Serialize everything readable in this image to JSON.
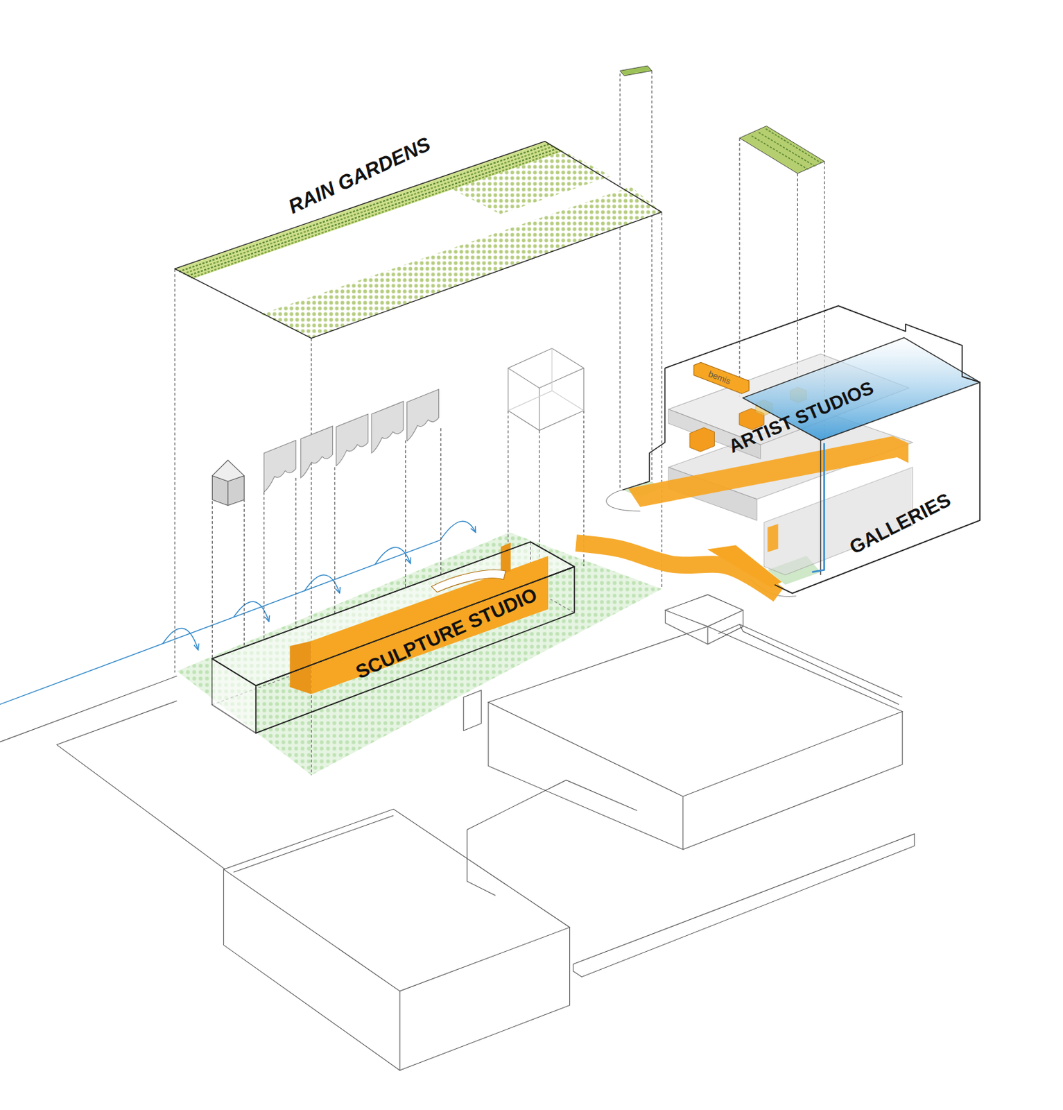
{
  "diagram": {
    "nodes": [
      {
        "text": [
          "RAIN GARDENS"
        ]
      },
      {
        "text": [
          "SCULPTURE STUDIO"
        ]
      },
      {
        "text": [
          "ARTIST STUDIOS",
          "GALLERIES"
        ]
      },
      {
        "text": [
          "bemis"
        ],
        "in": 2
      }
    ],
    "edges": [
      {
        "from": 1,
        "to": 2,
        "arrow": "none"
      }
    ]
  }
}
